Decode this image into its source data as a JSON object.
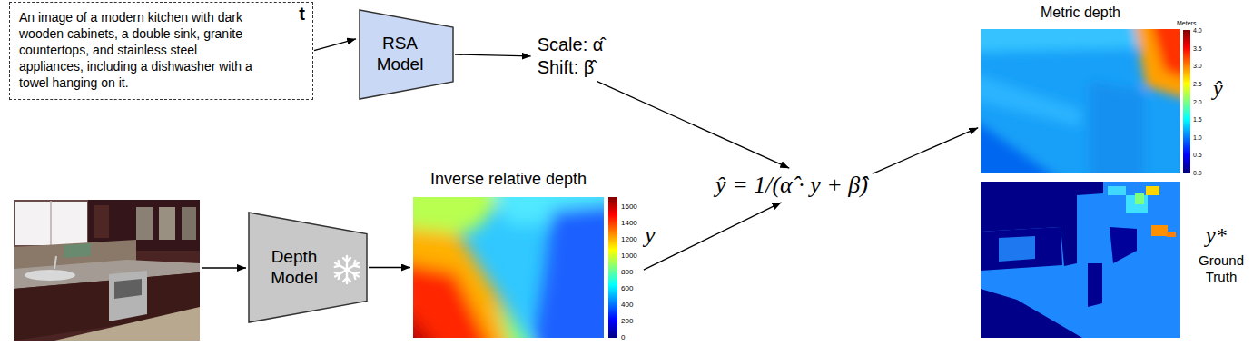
{
  "diagram": {
    "nodes": [
      {
        "text": [
          "An image of a modern kitchen with dark wooden cabinets, a double sink, granite countertops, and stainless steel appliances, including a dishwasher with a towel hanging on it.",
          "t"
        ]
      },
      {
        "text": [
          "RSA Model"
        ]
      },
      {
        "text": [
          "Scale: α̂",
          "Shift: β̂"
        ]
      },
      {
        "text": [
          "Depth Model"
        ]
      },
      {
        "text": [
          "Inverse relative depth",
          "y"
        ]
      },
      {
        "text": [
          "ŷ = 1/(α̂ · y + β̂)"
        ]
      },
      {
        "text": [
          "Metric depth",
          "ŷ"
        ]
      },
      {
        "text": [
          "y*",
          "Ground Truth"
        ]
      }
    ],
    "edges": [
      {
        "from": 0,
        "to": 1,
        "arrow": "to"
      },
      {
        "from": 1,
        "to": 2,
        "arrow": "to"
      },
      {
        "from": 2,
        "to": 5,
        "arrow": "to"
      },
      {
        "from": 3,
        "to": 4,
        "arrow": "to"
      },
      {
        "from": 4,
        "to": 5,
        "arrow": "to"
      },
      {
        "from": 5,
        "to": 6,
        "arrow": "to"
      }
    ],
    "labels": [
      "1600",
      "1400",
      "1200",
      "1000",
      "800",
      "600",
      "400",
      "200",
      "0",
      "Meters",
      "4.0",
      "3.5",
      "3.0",
      "2.5",
      "2.0",
      "1.5",
      "1.0",
      "0.5",
      "0.0"
    ]
  }
}
